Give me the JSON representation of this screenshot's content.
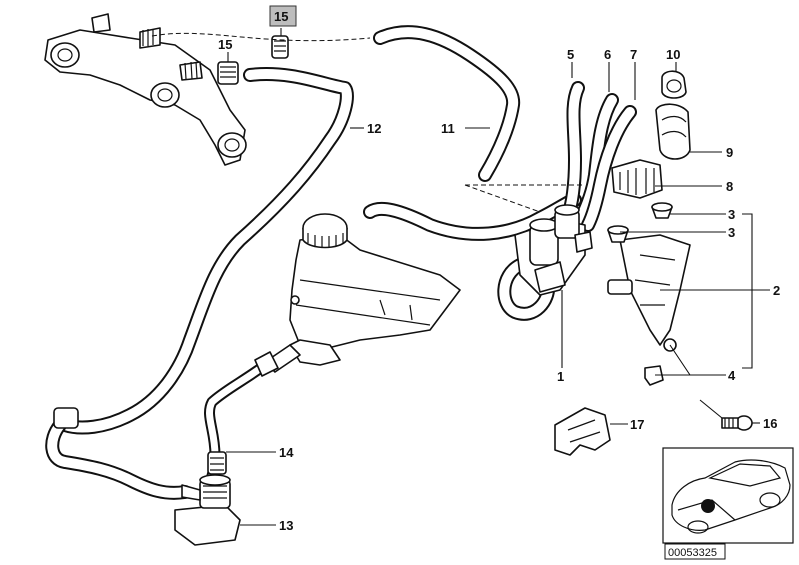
{
  "diagram": {
    "ref_number": "00053325",
    "callouts": {
      "c15_boxed": "15",
      "c15": "15",
      "c12": "12",
      "c11": "11",
      "c5": "5",
      "c6": "6",
      "c7": "7",
      "c10": "10",
      "c9": "9",
      "c8": "8",
      "c3a": "3",
      "c3b": "3",
      "c2": "2",
      "c4": "4",
      "c16": "16",
      "c1": "1",
      "c17": "17",
      "c14": "14",
      "c13": "13"
    }
  }
}
